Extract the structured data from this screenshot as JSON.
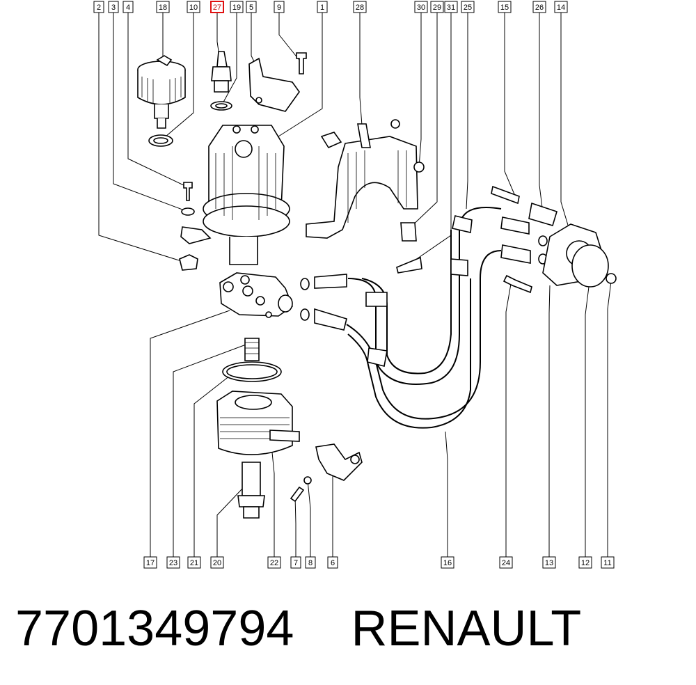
{
  "callouts_top": [
    "2",
    "3",
    "4",
    "18",
    "10",
    "27",
    "19",
    "5",
    "9",
    "1",
    "28",
    "30",
    "29",
    "31",
    "25",
    "15",
    "26",
    "14"
  ],
  "callouts_bottom": [
    "17",
    "23",
    "21",
    "20",
    "22",
    "7",
    "8",
    "6",
    "16",
    "24",
    "13",
    "12",
    "11"
  ],
  "highlighted_callout": "27",
  "caption": {
    "part_number": "7701349794",
    "brand": "RENAULT"
  }
}
